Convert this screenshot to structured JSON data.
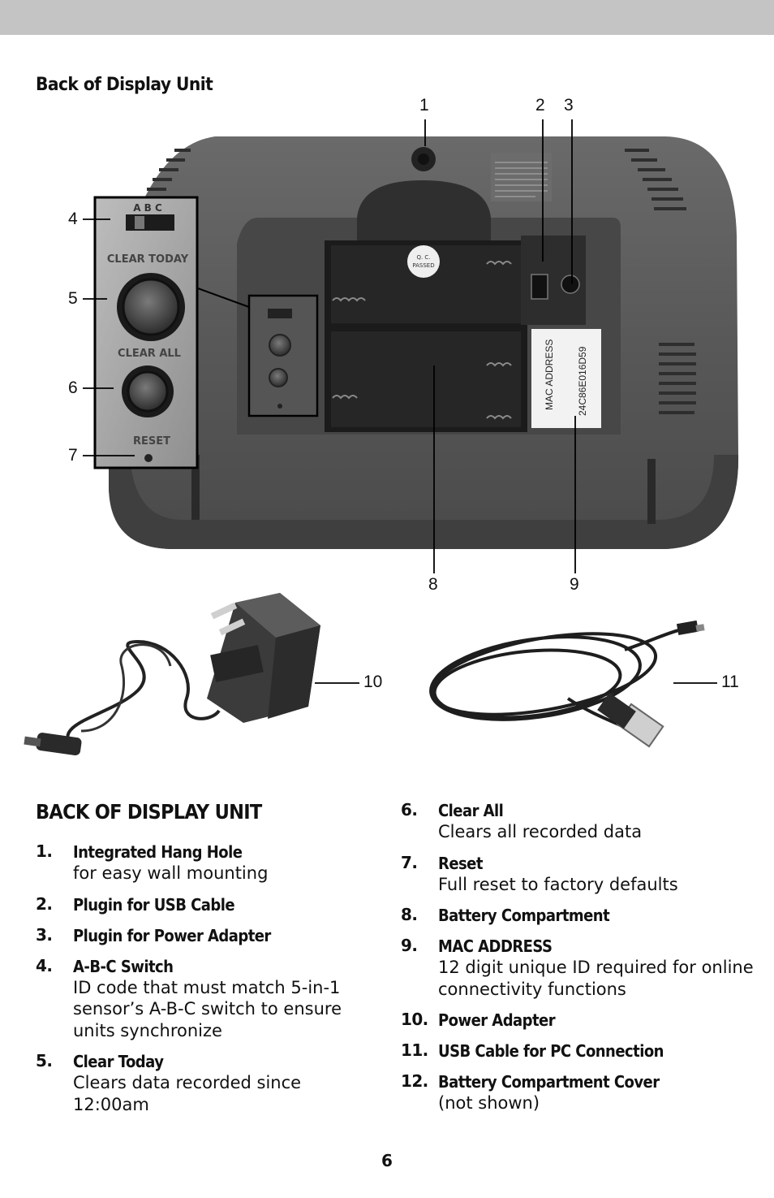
{
  "figure": {
    "title": "Back of Display Unit",
    "callouts": [
      "1",
      "2",
      "3",
      "4",
      "5",
      "6",
      "7",
      "8",
      "9",
      "10",
      "11"
    ],
    "inset_labels": {
      "switch_letters": "A B C",
      "clear_today": "CLEAR TODAY",
      "clear_all": "CLEAR ALL",
      "reset": "RESET"
    },
    "qc_sticker": {
      "line1": "Q. C.",
      "line2": "PASSED"
    },
    "mac_label": {
      "line1": "MAC ADDRESS",
      "line2": "24C86E016D59"
    },
    "colors": {
      "band": "#c4c4c4",
      "unit_body": "#5a5a5a",
      "unit_dark": "#3a3a3a",
      "outline": "#000000"
    }
  },
  "section": {
    "title": "BACK OF DISPLAY UNIT",
    "left_items": [
      {
        "num": "1.",
        "label": "Integrated Hang Hole",
        "desc": "for easy wall mounting"
      },
      {
        "num": "2.",
        "label": "Plugin for USB Cable",
        "desc": ""
      },
      {
        "num": "3.",
        "label": "Plugin for Power Adapter",
        "desc": ""
      },
      {
        "num": "4.",
        "label": "A-B-C Switch",
        "desc": "ID code that must match 5-in-1 sensor’s A-B-C switch to ensure units synchronize"
      },
      {
        "num": "5.",
        "label": "Clear Today",
        "desc": "Clears data recorded since 12:00am"
      }
    ],
    "right_items": [
      {
        "num": "6.",
        "label": "Clear All",
        "desc": "Clears all recorded data"
      },
      {
        "num": "7.",
        "label": "Reset",
        "desc": "Full reset to factory defaults"
      },
      {
        "num": "8.",
        "label": "Battery Compartment",
        "desc": ""
      },
      {
        "num": "9.",
        "label": "MAC ADDRESS",
        "desc": "12 digit unique ID required for online connectivity functions"
      },
      {
        "num": "10.",
        "label": "Power Adapter",
        "desc": ""
      },
      {
        "num": "11.",
        "label": "USB Cable for PC Connection",
        "desc": ""
      },
      {
        "num": "12.",
        "label": "Battery Compartment Cover",
        "desc": "(not shown)"
      }
    ]
  },
  "page_number": "6"
}
